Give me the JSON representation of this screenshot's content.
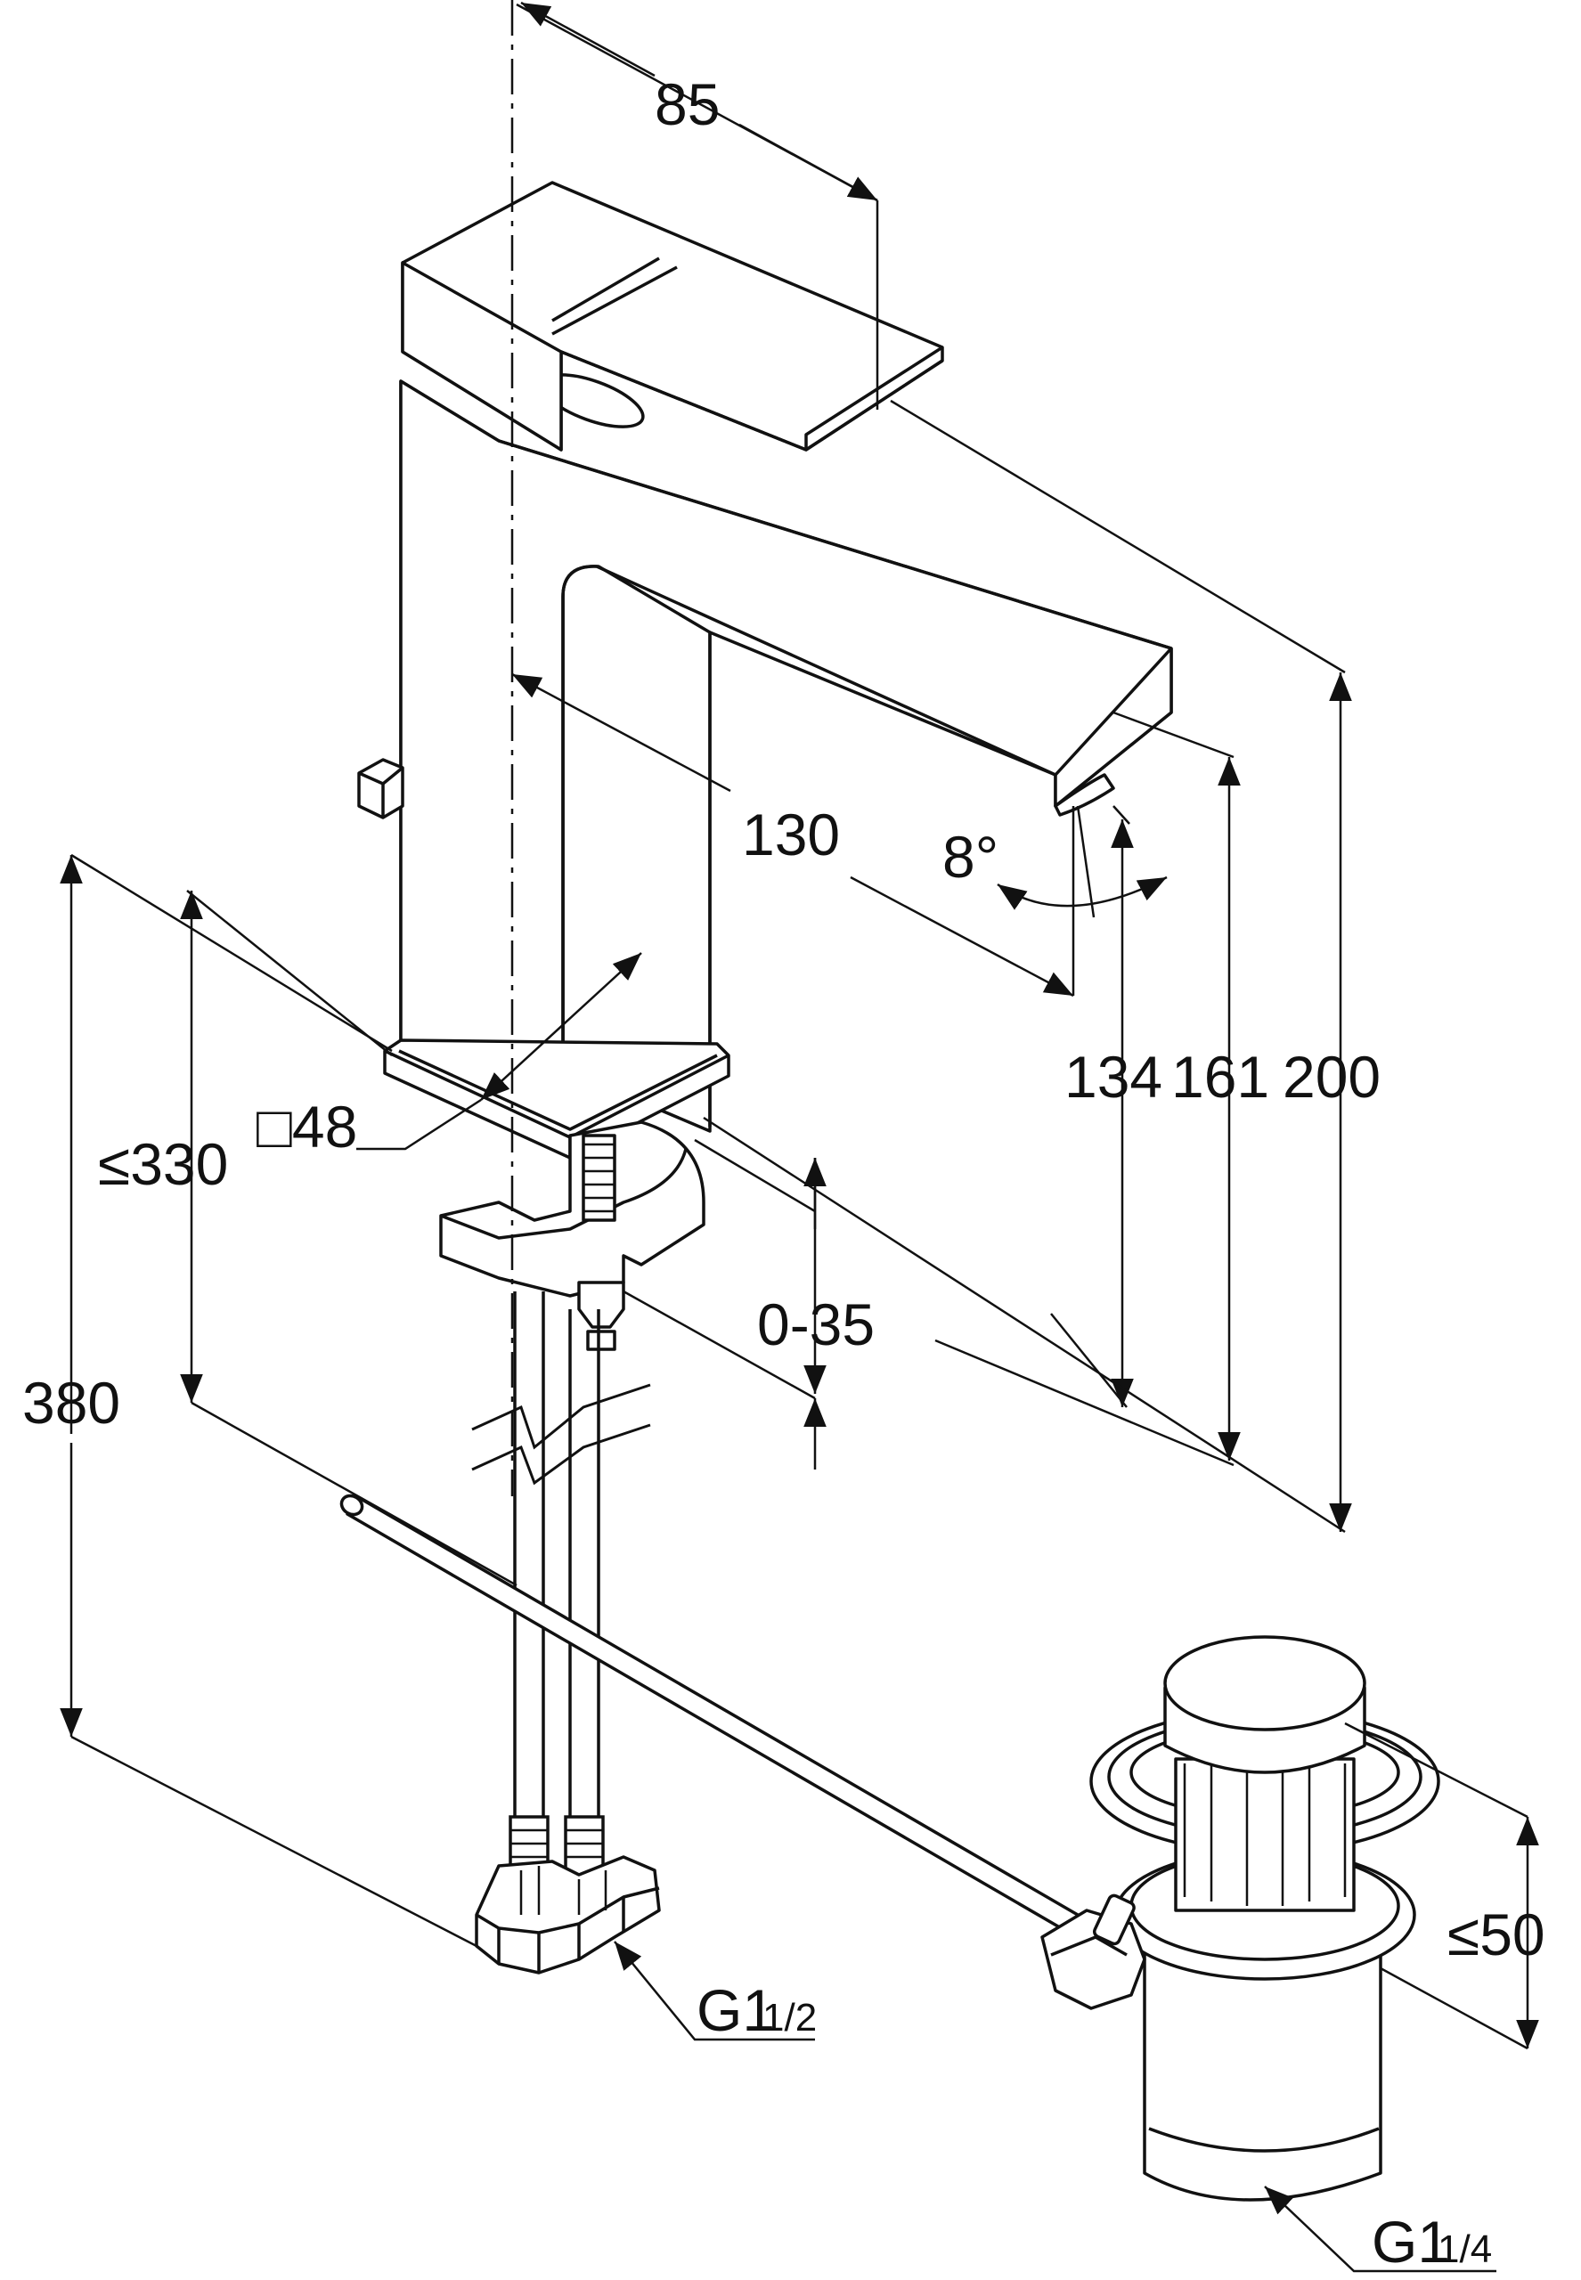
{
  "colors": {
    "line": "#111111",
    "background": "#ffffff"
  },
  "dimensions": {
    "d85": "85",
    "d130": "130",
    "angle": "8°",
    "d134": "134",
    "d161": "161",
    "d200": "200",
    "le330": "≤330",
    "sq48": "□48",
    "d380": "380",
    "d0_35": "0-35",
    "le50": "≤50",
    "g12_main": "G1",
    "g12_sub": "1/2",
    "g114_main": "G1",
    "g114_sub": "1/4"
  }
}
